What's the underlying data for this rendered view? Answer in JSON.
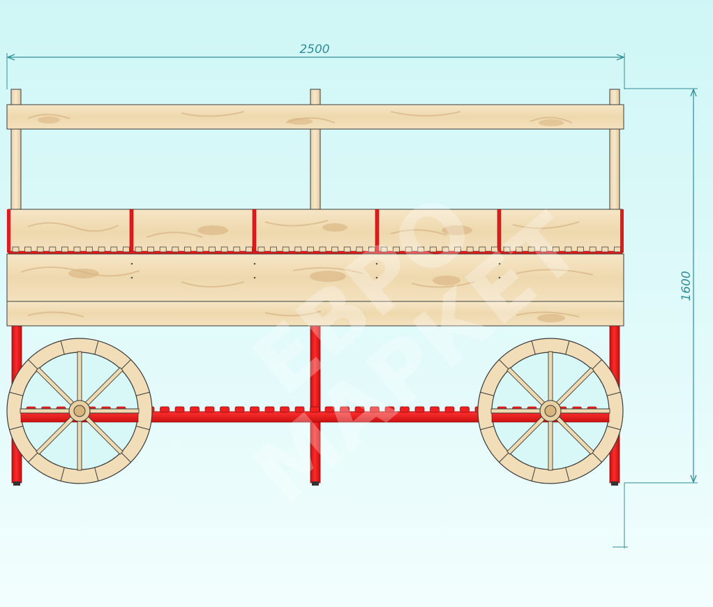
{
  "drawing": {
    "subject": "cart",
    "dimensions": {
      "width_label": "2500",
      "height_label": "1600"
    },
    "watermark": {
      "line1": "ЕВРО",
      "line2": "МАРКЕТ"
    },
    "colors": {
      "background_top": "#cff6f6",
      "background_bottom": "#f3fefe",
      "wood": "#f2dfb9",
      "wood_dark": "#d2aa78",
      "metal_frame": "#ee1c1c",
      "dimension_line": "#2f8e98",
      "outline": "#3a3a3a"
    }
  }
}
